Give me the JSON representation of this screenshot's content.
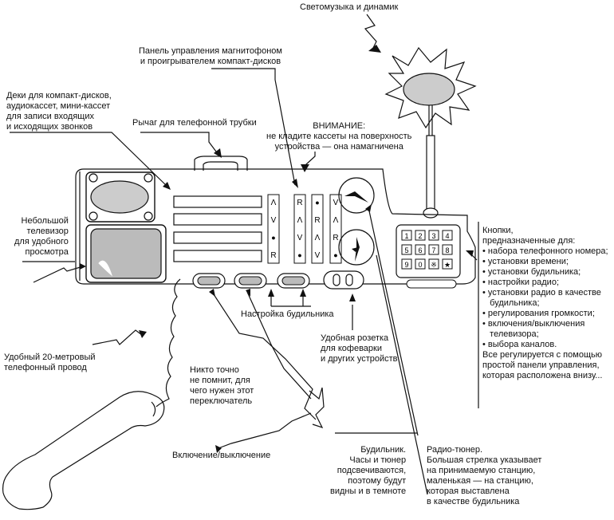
{
  "labels": {
    "lights": "Светомузыка и динамик",
    "control_panel": "Панель управления магнитофоном\nи проигрывателем компакт-дисков",
    "decks": "Деки для компакт-дисков,\nаудиокассет, мини-кассет\nдля записи входящих\nи исходящих звонков",
    "lever": "Рычаг для телефонной трубки",
    "warning": "ВНИМАНИЕ:\nне кладите кассеты на поверхность\nустройства — она намагничена",
    "tv": "Небольшой\nтелевизор\nдля удобного\nпросмотра",
    "buttons": "Кнопки,\nпредназначенные для:\n• набора телефонного номера;\n• установки времени;\n• установки будильника;\n• настройки радио;\n• установки радио в качестве\n   будильника;\n• регулирования громкости;\n• включения/выключения\n   телевизора;\n• выбора каналов.\nВсе регулируется с помощью\nпростой панели управления,\nкоторая расположена внизу...",
    "alarm_setup": "Настройка будильника",
    "socket": "Удобная розетка\nдля кофеварки\nи других устройств",
    "cord": "Удобный 20-метровый\nтелефонный провод",
    "switch": "Никто точно\nне помнит, для\nчего нужен этот\nпереключатель",
    "onoff": "Включение/выключение",
    "clock": "Будильник.\nЧасы и тюнер\nподсвечиваются,\nпоэтому будут\nвидны и в темноте",
    "tuner": "Радио-тюнер.\nБольшая стрелка указывает\nна принимаемую станцию,\nмаленькая — на станцию,\nкоторая выставлена\nв качестве будильника"
  },
  "keypad": [
    "1",
    "2",
    "3",
    "4",
    "5",
    "6",
    "7",
    "8",
    "9",
    "0",
    "※",
    "★"
  ],
  "strip1": [
    "Λ",
    "V",
    "●",
    "R"
  ],
  "strip2": [
    "R",
    "Λ",
    "V",
    "●"
  ],
  "strip3": [
    "●",
    "R",
    "Λ",
    "V"
  ],
  "strip4": [
    "V",
    "Λ",
    "R",
    "●"
  ]
}
